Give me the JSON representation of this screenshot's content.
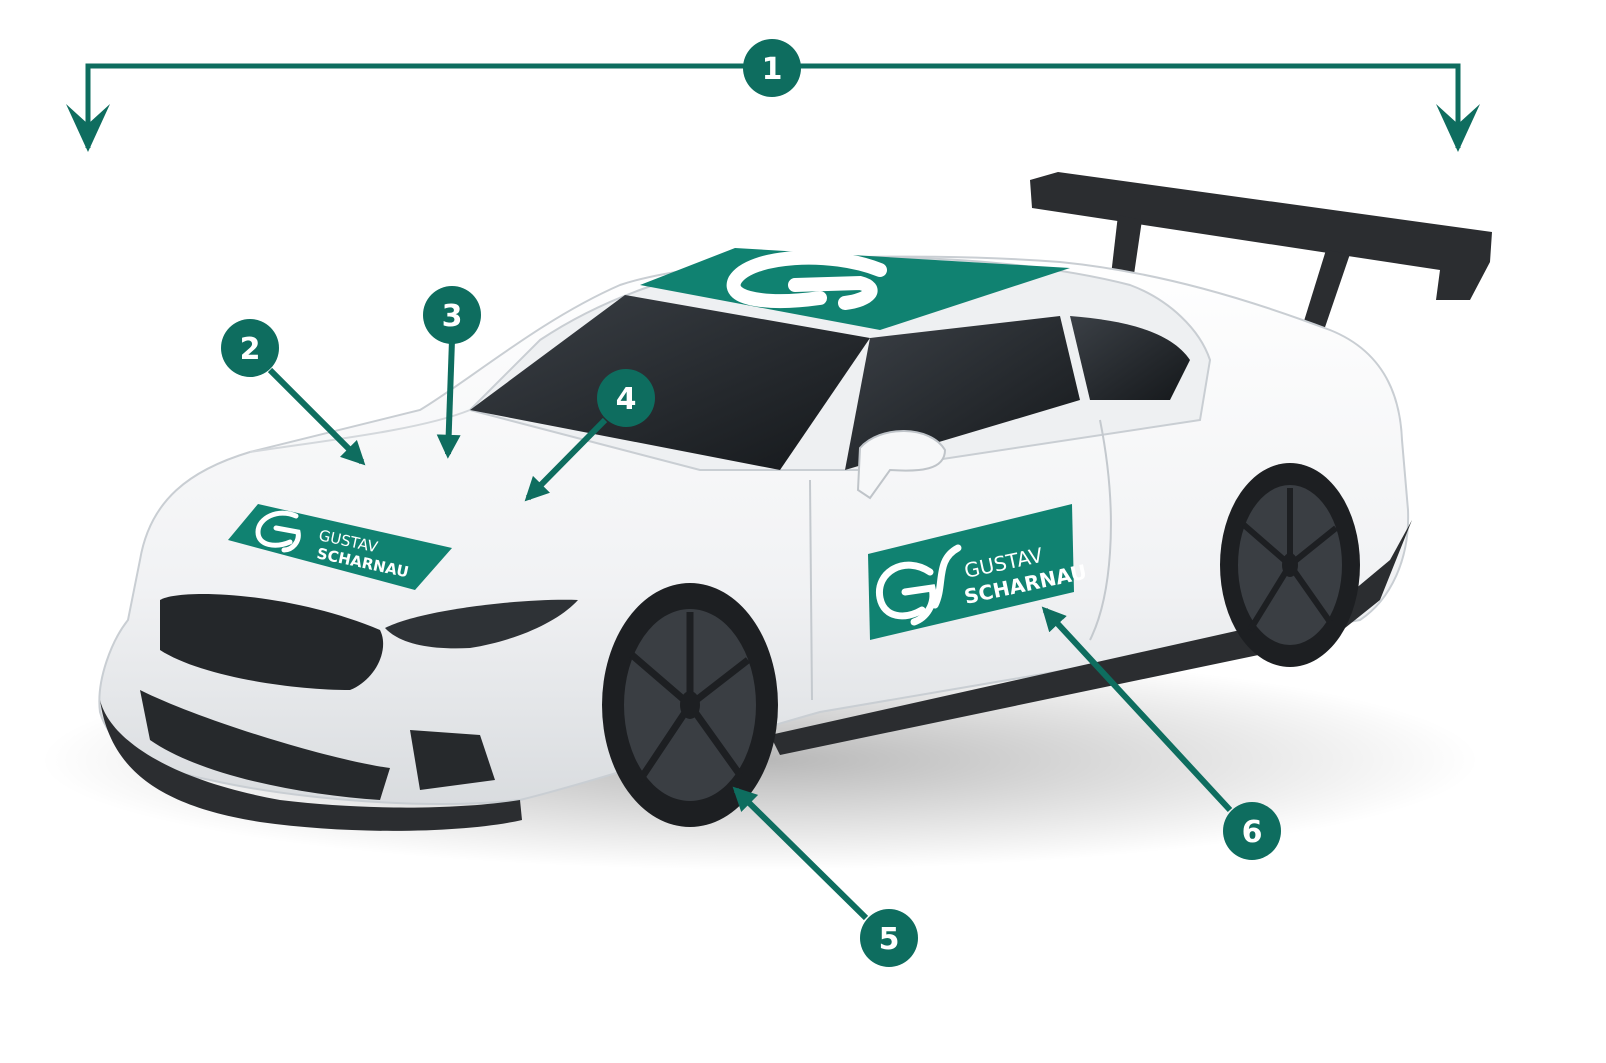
{
  "colors": {
    "accent": "#0e6d5f",
    "logo_panel": "#108271",
    "car_body": "#f4f5f6",
    "carbon": "#2b2d30"
  },
  "callouts": [
    {
      "id": "1",
      "target": "whole-vehicle-width"
    },
    {
      "id": "2",
      "target": "front-fender"
    },
    {
      "id": "3",
      "target": "hood-left"
    },
    {
      "id": "4",
      "target": "hood-center"
    },
    {
      "id": "5",
      "target": "front-wheel"
    },
    {
      "id": "6",
      "target": "door"
    }
  ],
  "logo": {
    "line1": "GUSTAV",
    "line2": "SCHARNAU"
  },
  "icons": {
    "roof_logo": "gs-logo-icon",
    "wing": "rear-wing-icon"
  }
}
